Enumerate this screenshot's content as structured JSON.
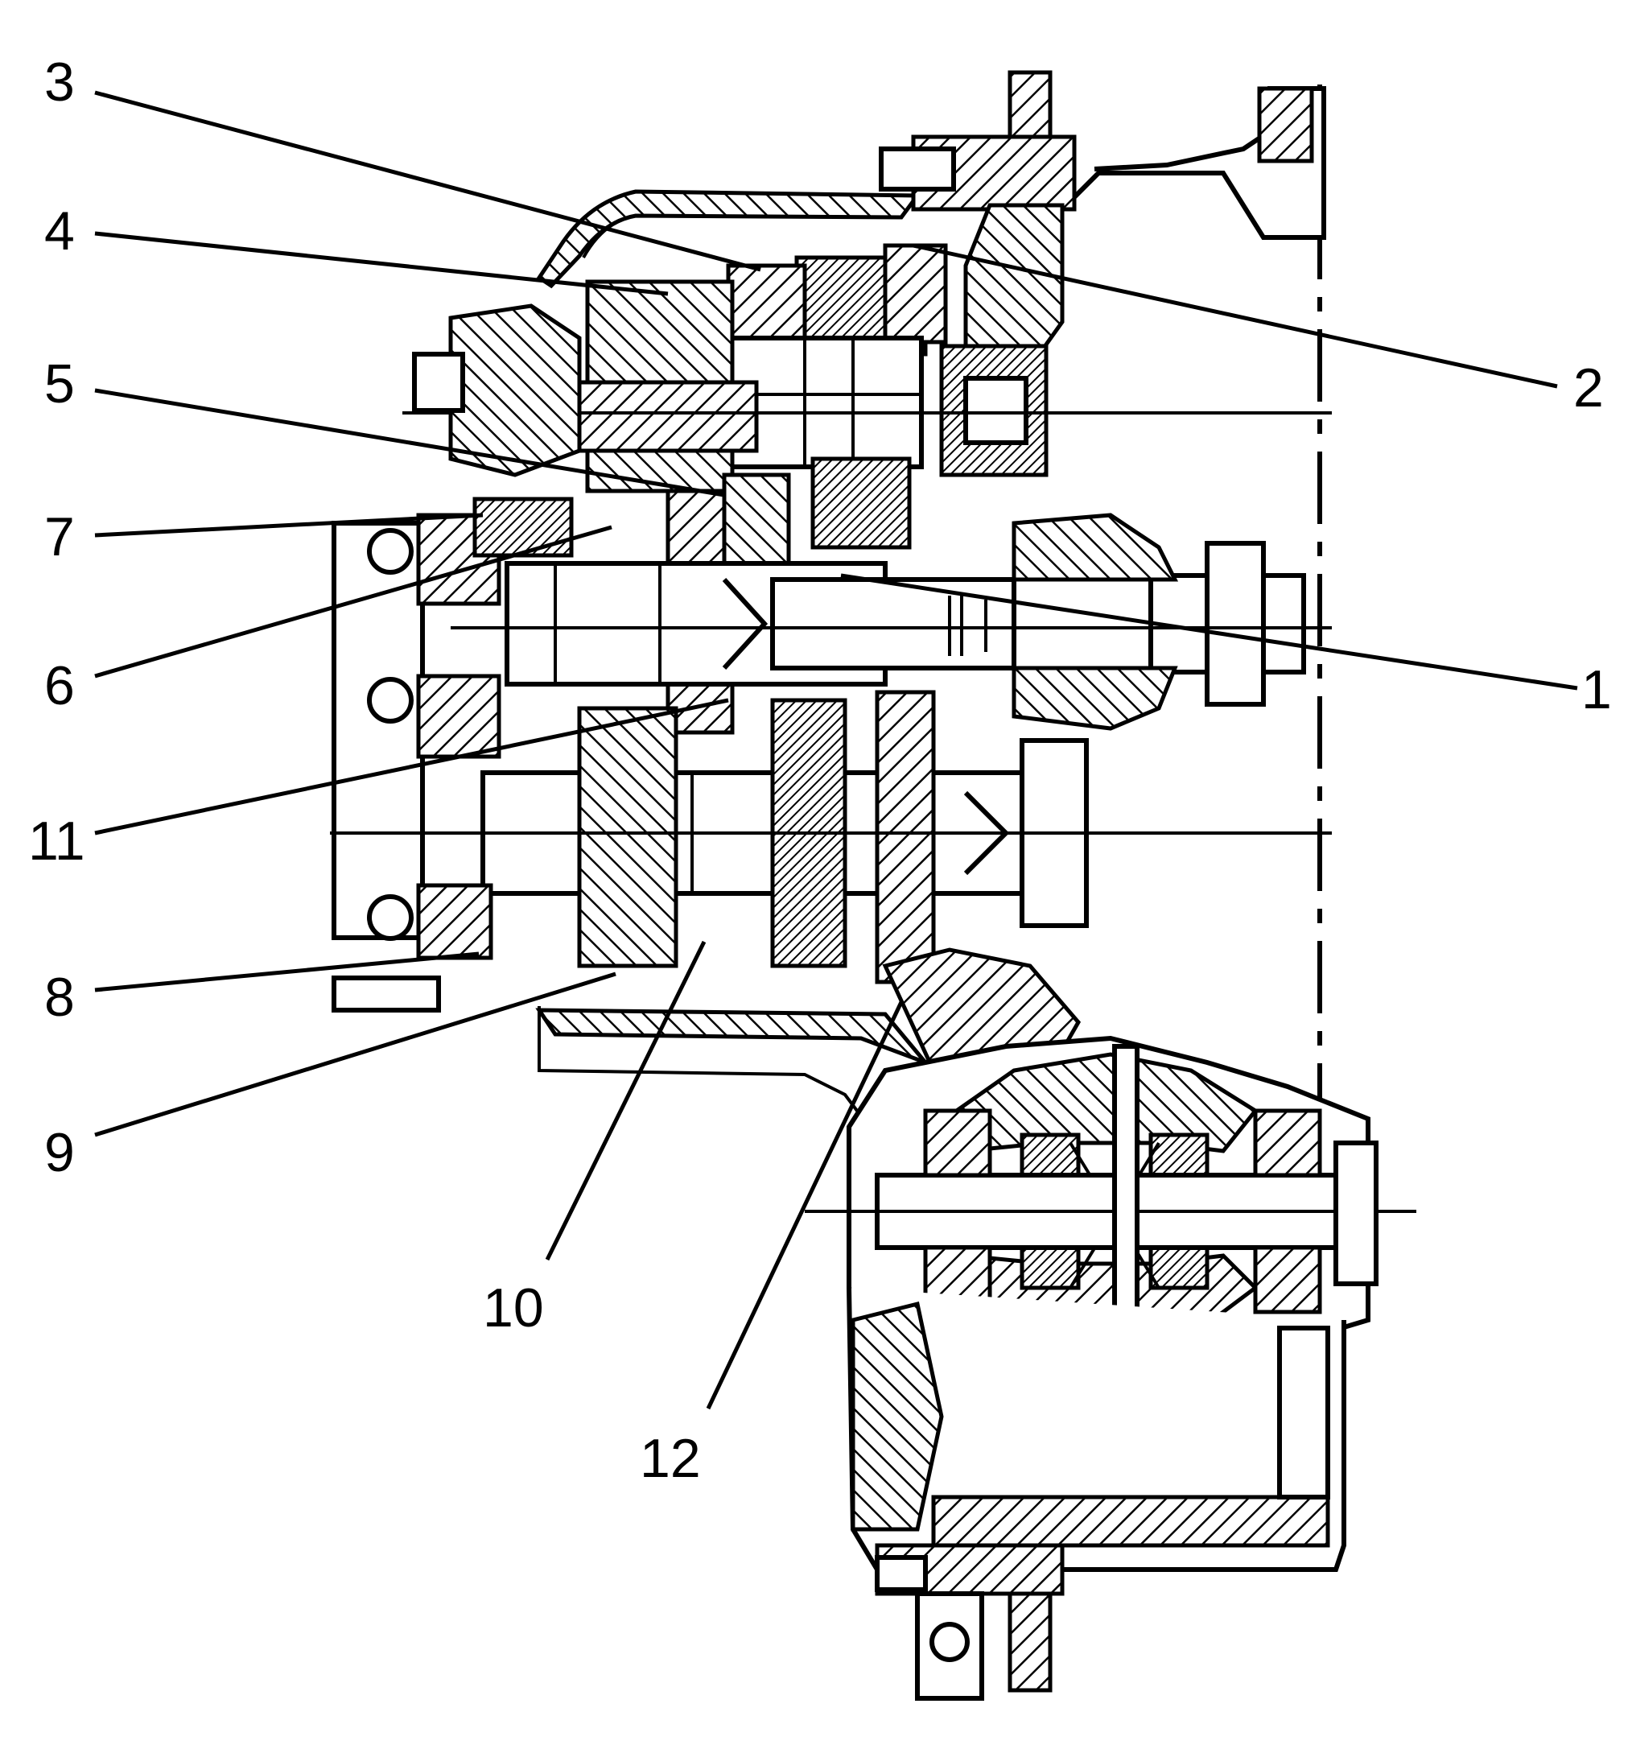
{
  "callouts": [
    {
      "id": "1",
      "label": "1"
    },
    {
      "id": "2",
      "label": "2"
    },
    {
      "id": "3",
      "label": "3"
    },
    {
      "id": "4",
      "label": "4"
    },
    {
      "id": "5",
      "label": "5"
    },
    {
      "id": "6",
      "label": "6"
    },
    {
      "id": "7",
      "label": "7"
    },
    {
      "id": "8",
      "label": "8"
    },
    {
      "id": "9",
      "label": "9"
    },
    {
      "id": "10",
      "label": "10"
    },
    {
      "id": "11",
      "label": "11"
    },
    {
      "id": "12",
      "label": "12"
    }
  ],
  "colors": {
    "ink": "#000000",
    "paper": "#ffffff"
  }
}
